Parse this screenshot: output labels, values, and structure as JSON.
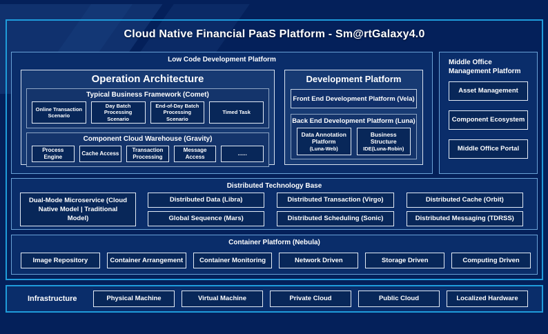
{
  "title": "Cloud Native Financial PaaS Platform - Sm@rtGalaxy4.0",
  "low_code": {
    "header": "Low Code Development Platform",
    "operation_architecture": {
      "title": "Operation Architecture",
      "typical_business": {
        "title": "Typical Business Framework (Comet)",
        "items": [
          "Online Transaction Scenario",
          "Day Batch Processing Scenario",
          "End-of-Day Batch Processing Scenario",
          "Timed Task"
        ]
      },
      "component_cloud": {
        "title": "Component Cloud Warehouse (Gravity)",
        "items": [
          "Process Engine",
          "Cache Access",
          "Transaction Processing",
          "Message Access",
          "......"
        ]
      }
    },
    "development_platform": {
      "title": "Development Platform",
      "front_end": "Front End Development Platform (Vela)",
      "back_end": {
        "title": "Back End Development Platform (Luna)",
        "items": [
          {
            "main": "Data Annotation Platform",
            "sub": "(Luna-Web)"
          },
          {
            "main": "Business Structure",
            "sub": "IDE(Luna-Robin)"
          }
        ]
      }
    }
  },
  "middle_office": {
    "header": "Middle Office Management Platform",
    "items": [
      "Asset Management",
      "Component Ecosystem",
      "Middle Office Portal"
    ]
  },
  "distributed_base": {
    "header": "Distributed Technology Base",
    "dual_mode": "Dual-Mode Microservice (Cloud Native Model | Traditional Model)",
    "row1": [
      "Distributed Data (Libra)",
      "Distributed Transaction (Virgo)",
      "Distributed Cache (Orbit)"
    ],
    "row2": [
      "Global Sequence (Mars)",
      "Distributed Scheduling (Sonic)",
      "Distributed Messaging (TDRSS)"
    ]
  },
  "container_platform": {
    "header": "Container Platform (Nebula)",
    "items": [
      "Image Repository",
      "Container Arrangement",
      "Container Monitoring",
      "Network Driven",
      "Storage Driven",
      "Computing Driven"
    ]
  },
  "infrastructure": {
    "label": "Infrastructure",
    "items": [
      "Physical Machine",
      "Virtual Machine",
      "Private Cloud",
      "Public Cloud",
      "Localized Hardware"
    ]
  },
  "colors": {
    "background": "#04205a",
    "frame_border": "#1f9cdb",
    "section_bg": "#0a2d6a",
    "section_border": "#6aa3d8",
    "inner_box_bg": "#173a73",
    "button_bg": "#082759",
    "button_border": "#e4ecf6",
    "text": "#ffffff"
  }
}
